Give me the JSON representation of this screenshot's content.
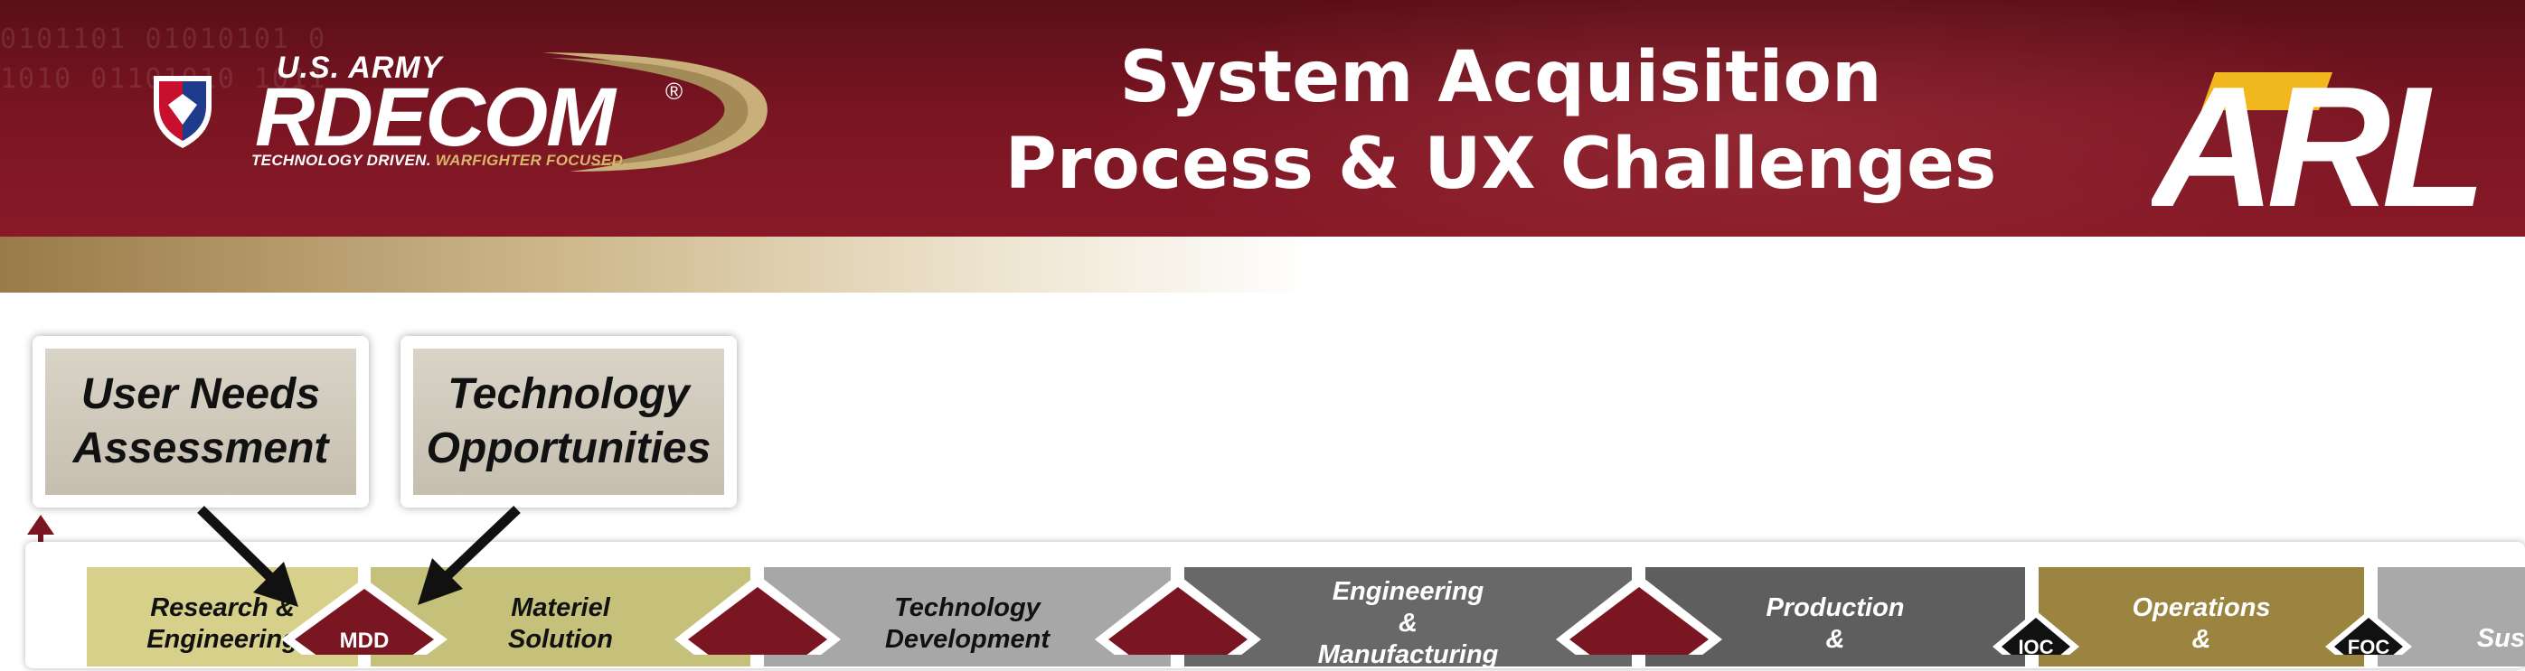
{
  "banner": {
    "binary_text": "0101101 01010101 0\n1010 01101010 1011",
    "army_text": "U.S. ARMY",
    "rdecom_text": "RDECOM",
    "registered_mark": "®",
    "tagline_part1": "TECHNOLOGY DRIVEN.",
    "tagline_part2": "WARFIGHTER FOCUSED.",
    "title_line1": "System Acquisition",
    "title_line2": "Process & UX Challenges",
    "right_logo_text": "ARL",
    "colors": {
      "maroon": "#7a1522",
      "gold": "#f0b81e",
      "tan": "#d8b76a"
    }
  },
  "inputs": [
    {
      "line1": "User Needs",
      "line2": "Assessment"
    },
    {
      "line1": "Technology",
      "line2": "Opportunities"
    }
  ],
  "phases": [
    {
      "line1": "Research  &",
      "line2": "Engineering",
      "color": "#d6d08a"
    },
    {
      "line1": "Materiel",
      "line2": "Solution",
      "color": "#c5c07a"
    },
    {
      "line1": "Technology",
      "line2": "Development",
      "color": "#a7a7a7"
    },
    {
      "line1": "Engineering",
      "line2": "&",
      "line3": "Manufacturing",
      "color": "#686868"
    },
    {
      "line1": "Production",
      "line2": "&",
      "color": "#5e5e5e"
    },
    {
      "line1": "Operations",
      "line2": "&",
      "color": "#9a8440"
    },
    {
      "line1": "Sus",
      "color": "#a9a9a9"
    }
  ],
  "milestones": [
    {
      "label": "MDD",
      "color": "#7a1522"
    },
    {
      "label": "",
      "color": "#7a1522"
    },
    {
      "label": "",
      "color": "#7a1522"
    },
    {
      "label": "",
      "color": "#7a1522"
    },
    {
      "label": "IOC",
      "color": "#111111"
    },
    {
      "label": "FOC",
      "color": "#111111"
    }
  ]
}
